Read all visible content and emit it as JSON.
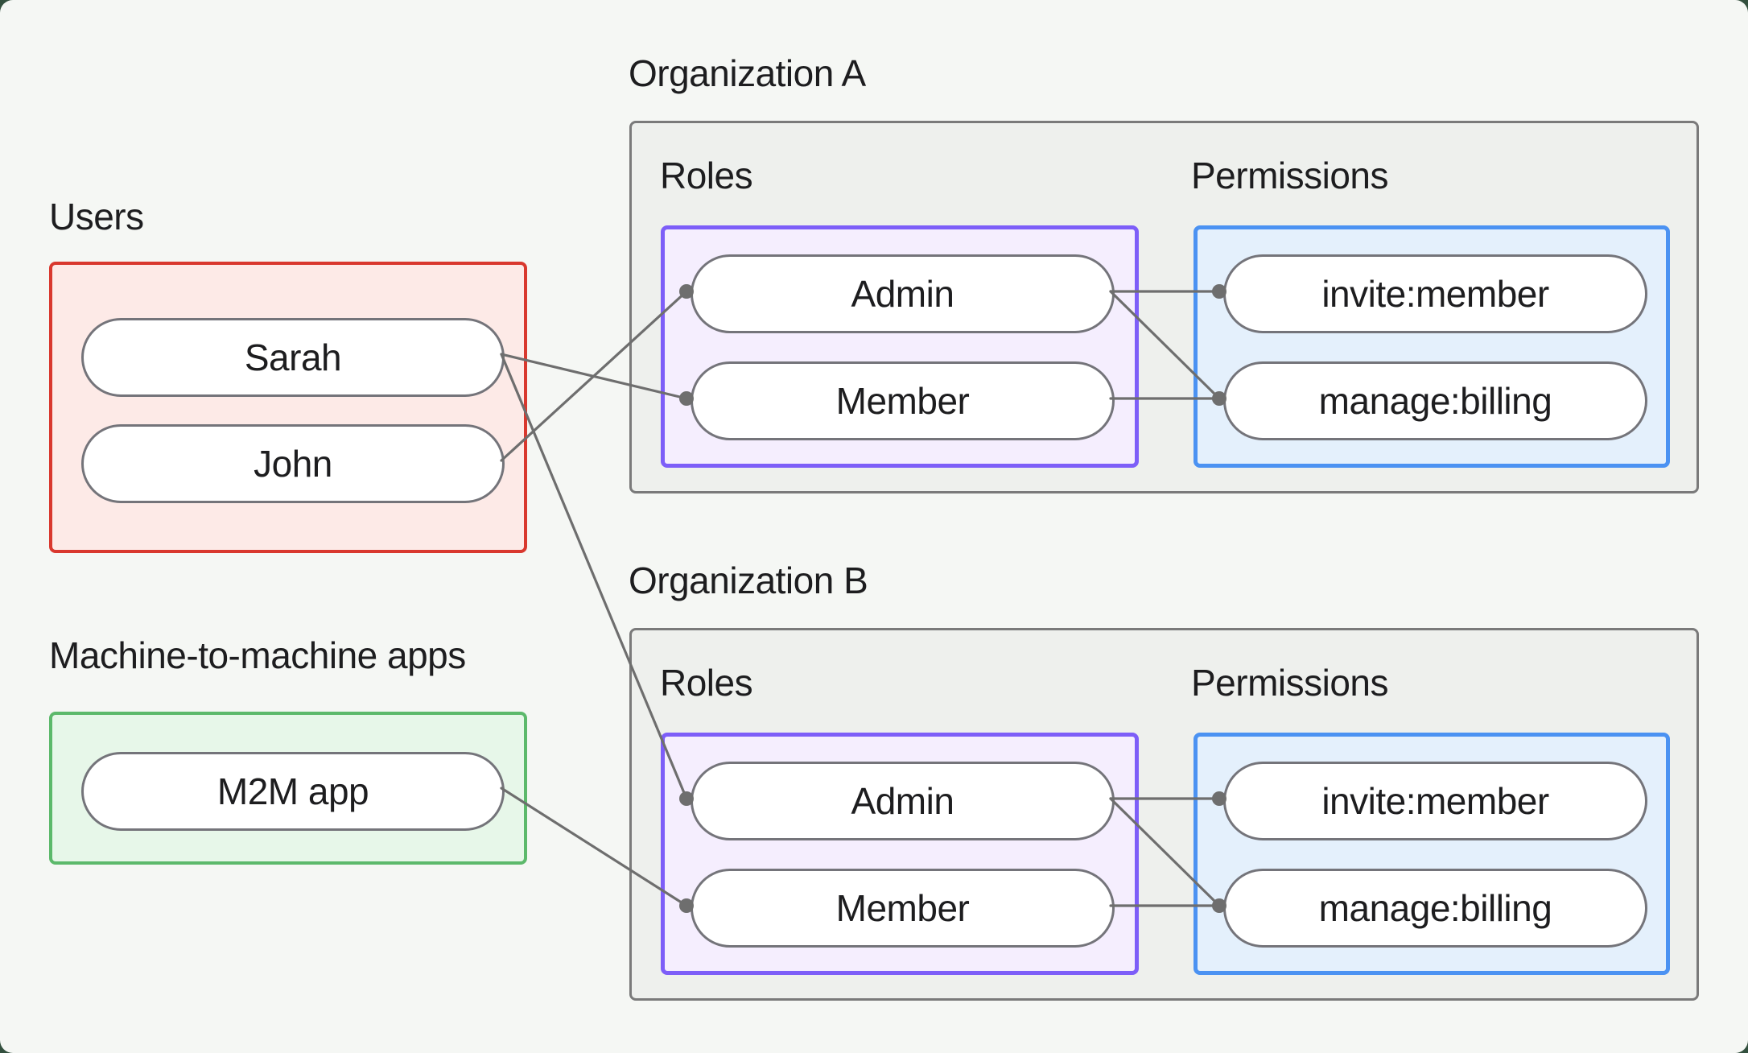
{
  "page": {
    "kind": "authorization diagram",
    "background": "#f5f7f4",
    "backdrop": "#33503e"
  },
  "colors": {
    "bg": "#f5f7f4",
    "backdrop": "#33503e",
    "text": "#1d1d1f",
    "line": "#6e6e6e",
    "pill-border": "#74747a",
    "gray-border": "#7a7a7a",
    "gray-fill": "#eef0ed",
    "red-border": "#d9382e",
    "red-fill": "#fdeae7",
    "green-border": "#5cb96b",
    "green-fill": "#e7f7e9",
    "purple-border": "#7d5ef8",
    "purple-fill": "#f5eefe",
    "blue-border": "#4b92f2",
    "blue-fill": "#e4f0fc"
  },
  "users_section": {
    "label": "Users",
    "users": [
      {
        "label": "Sarah"
      },
      {
        "label": "John"
      }
    ]
  },
  "m2m_section": {
    "label": "Machine-to-machine apps",
    "apps": [
      {
        "label": "M2M app"
      }
    ]
  },
  "organizations": [
    {
      "title": "Organization A",
      "roles_label": "Roles",
      "permissions_label": "Permissions",
      "roles": [
        {
          "label": "Admin"
        },
        {
          "label": "Member"
        }
      ],
      "permissions": [
        {
          "label": "invite:member"
        },
        {
          "label": "manage:billing"
        }
      ]
    },
    {
      "title": "Organization B",
      "roles_label": "Roles",
      "permissions_label": "Permissions",
      "roles": [
        {
          "label": "Admin"
        },
        {
          "label": "Member"
        }
      ],
      "permissions": [
        {
          "label": "invite:member"
        },
        {
          "label": "manage:billing"
        }
      ]
    }
  ],
  "connections": [
    {
      "from": "Sarah",
      "to": "Organization A > Member"
    },
    {
      "from": "John",
      "to": "Organization A > Admin"
    },
    {
      "from": "Sarah",
      "to": "Organization B > Admin"
    },
    {
      "from": "M2M app",
      "to": "Organization B > Member"
    },
    {
      "from": "Organization A > Admin",
      "to": "Organization A > invite:member"
    },
    {
      "from": "Organization A > Admin",
      "to": "Organization A > manage:billing"
    },
    {
      "from": "Organization A > Member",
      "to": "Organization A > manage:billing"
    },
    {
      "from": "Organization B > Admin",
      "to": "Organization B > invite:member"
    },
    {
      "from": "Organization B > Admin",
      "to": "Organization B > manage:billing"
    },
    {
      "from": "Organization B > Member",
      "to": "Organization B > manage:billing"
    }
  ]
}
